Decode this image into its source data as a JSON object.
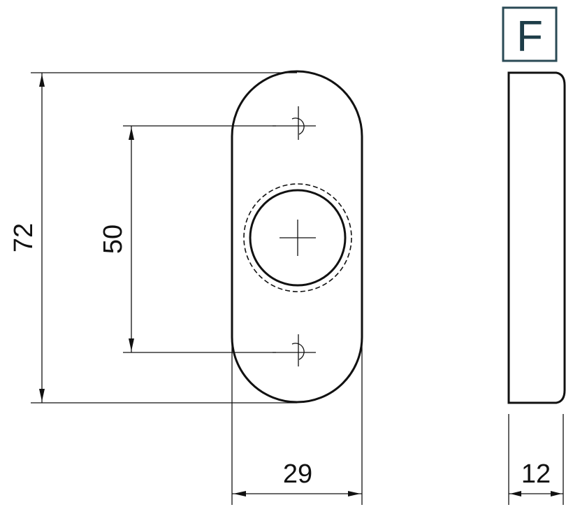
{
  "badge": {
    "letter": "F",
    "frame_color": "#2a4a55",
    "text_color": "#1d3d48"
  },
  "dimensions": {
    "overall_height": "72",
    "hole_spacing": "50",
    "width": "29",
    "thickness": "12"
  }
}
